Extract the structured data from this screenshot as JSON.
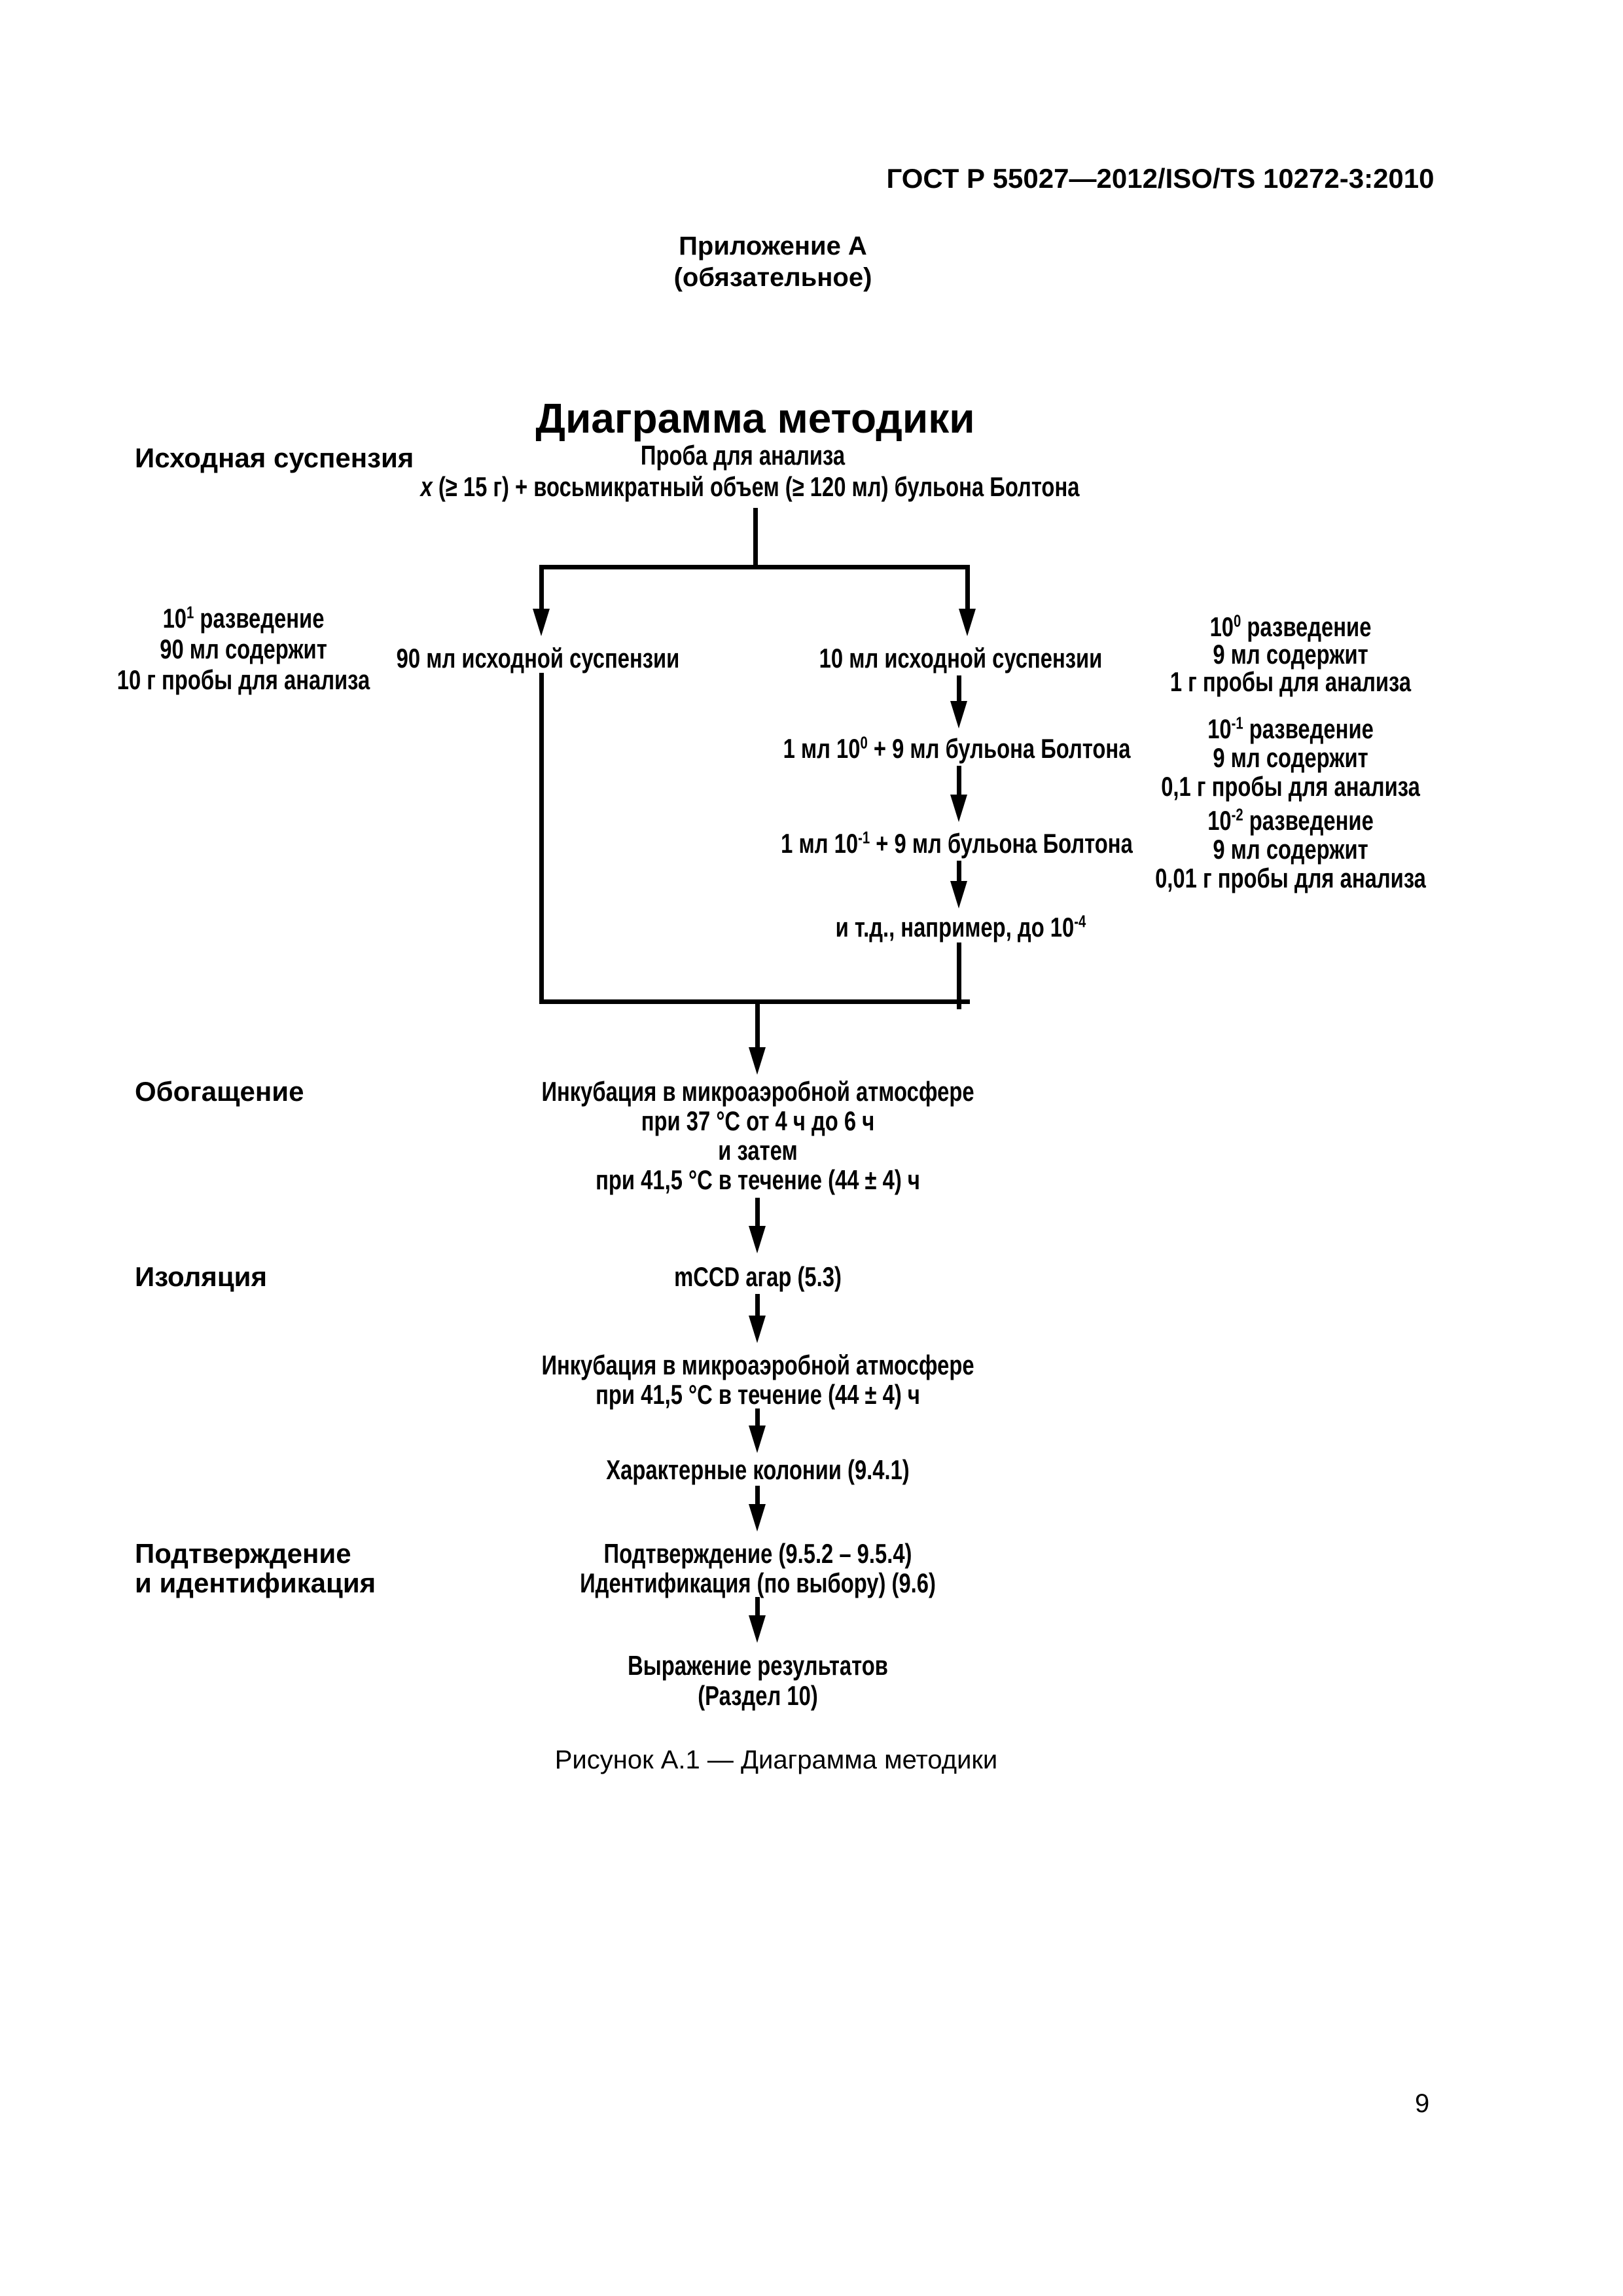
{
  "page": {
    "header": "ГОСТ Р 55027—2012/ISO/TS 10272-3:2010",
    "appendix": {
      "title": "Приложение А",
      "subtitle": "(обязательное)"
    },
    "figure_caption": "Рисунок А.1 — Диаграмма методики",
    "page_number": "9"
  },
  "diagram": {
    "title": "Диаграмма методики",
    "stage_labels": {
      "initial_suspension": "Исходная суспензия",
      "enrichment": "Обогащение",
      "isolation": "Изоляция",
      "confirmation_line1": "Подтверждение",
      "confirmation_line2": "и идентификация"
    },
    "sample": {
      "line1": "Проба для анализа",
      "variable": "x",
      "line2_rest": " (≥ 15 г) + восьмикратный объем (≥ 120 мл) бульона Болтона"
    },
    "left_branch": {
      "text": "90 мл исходной суспензии",
      "annotation": {
        "line1_pre": "10",
        "line1_sup": "1",
        "line1_post": " разведение",
        "line2": "90 мл содержит",
        "line3": "10 г пробы для анализа"
      }
    },
    "right_branch": {
      "step1": "10 мл исходной суспензии",
      "step2": {
        "pre": "1 мл 10",
        "sup": "0",
        "post": " + 9 мл бульона Болтона"
      },
      "step3": {
        "pre": "1 мл 10",
        "sup": "-1",
        "post": " + 9 мл бульона Болтона"
      },
      "step4": {
        "pre": "и т.д., например, до 10",
        "sup": "-4",
        "post": ""
      },
      "annotations": [
        {
          "line1_pre": "10",
          "line1_sup": "0",
          "line1_post": " разведение",
          "line2": "9 мл содержит",
          "line3": "1 г пробы для анализа"
        },
        {
          "line1_pre": "10",
          "line1_sup": "-1",
          "line1_post": " разведение",
          "line2": "9 мл содержит",
          "line3": "0,1 г пробы для анализа"
        },
        {
          "line1_pre": "10",
          "line1_sup": "-2",
          "line1_post": " разведение",
          "line2": "9 мл содержит",
          "line3": "0,01 г пробы для анализа"
        }
      ]
    },
    "enrichment_block": {
      "line1": "Инкубация в микроаэробной атмосфере",
      "line2": "при 37 °С от 4 ч до 6 ч",
      "line3": "и затем",
      "line4": "при 41,5 °С в течение (44 ± 4) ч"
    },
    "isolation_block": {
      "agar": "mCCD агар (5.3)",
      "incubation_line1": "Инкубация в микроаэробной атмосфере",
      "incubation_line2": "при 41,5 °С в течение (44 ± 4) ч",
      "colonies": "Характерные колонии (9.4.1)"
    },
    "confirmation_block": {
      "line1": "Подтверждение (9.5.2 – 9.5.4)",
      "line2": "Идентификация (по выбору) (9.6)"
    },
    "results_block": {
      "line1": "Выражение результатов",
      "line2": "(Раздел 10)"
    }
  }
}
